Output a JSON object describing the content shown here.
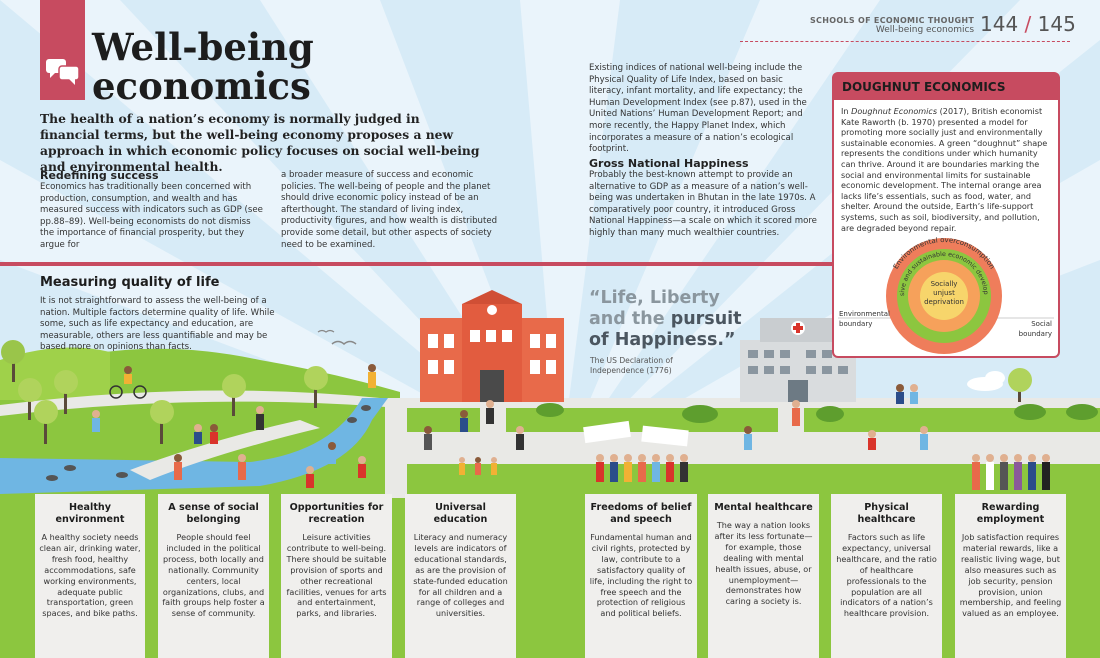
{
  "header": {
    "section": "SCHOOLS OF ECONOMIC THOUGHT",
    "subsection": "Well-being economics",
    "page_left": "144",
    "page_sep": "/",
    "page_right": "145"
  },
  "title_line1": "Well-being",
  "title_line2": "economics",
  "intro": "The health of a nation’s economy is normally judged in financial terms, but the well-being economy proposes a new approach in which economic policy focuses on social well-being and environmental health.",
  "redefining": {
    "heading": "Redefining success",
    "col1": "Economics has traditionally been concerned with production, consumption, and wealth and has measured success with indicators such as GDP (see pp.88–89). Well-being economists do not dismiss the importance of financial prosperity, but they argue for",
    "col2": "a broader measure of success and economic policies. The well-being of people and the planet should drive economic policy instead of be an afterthought. The standard of living index, productivity figures, and how wealth is distributed provide some detail, but other aspects of society need to be examined."
  },
  "indices": {
    "text": "Existing indices of national well-being include the Physical Quality of Life Index, based on basic literacy, infant mortality, and life expectancy; the Human Development Index (see p.87), used in the United Nations’ Human Development Report; and more recently, the Happy Planet Index, which incorporates a measure of a nation’s ecological footprint."
  },
  "gnh": {
    "heading": "Gross National Happiness",
    "text": "Probably the best-known attempt to provide an alternative to GDP as a measure of a nation’s well-being was undertaken in Bhutan in the late 1970s. A comparatively poor country, it introduced Gross National Happiness—a scale on which it scored more highly than many much wealthier countries."
  },
  "doughnut": {
    "heading": "DOUGHNUT ECONOMICS",
    "text_pre": "In ",
    "text_italic": "Doughnut Economics",
    "text_post": " (2017), British economist Kate Raworth (b. 1970) presented a model for promoting more socially just and environmentally sustainable economies. A green “doughnut” shape represents the conditions under which humanity can thrive. Around it are boundaries marking the social and environmental limits for sustainable economic development. The internal orange area lacks life’s essentials, such as food, water, and shelter. Around the outside, Earth’s life-support systems, such as soil, biodiversity, and pollution, are degraded beyond repair.",
    "outer_label": "Environmental overconsumption",
    "ring_label": "Inclusive and sustainable economic development",
    "center_line1": "Socially",
    "center_line2": "unjust",
    "center_line3": "deprivation",
    "env_label_1": "Environmental",
    "env_label_2": "boundary",
    "social_label_1": "Social",
    "social_label_2": "boundary",
    "colors": {
      "outer": "#ef7d5b",
      "ring": "#8cc63f",
      "inner": "#f6a15b",
      "center": "#f7d56b"
    }
  },
  "measuring": {
    "heading": "Measuring quality of life",
    "text": "It is not straightforward to assess the well-being of a nation. Multiple factors determine quality of life. While some, such as life expectancy and education, are measurable, others are less quantifiable and may be based more on opinions than facts."
  },
  "quote": {
    "part1": "“Life, Liberty",
    "part2a": "and the ",
    "part2b": "pursuit",
    "part3": "of Happiness.”",
    "source1": "The US Declaration of",
    "source2": "Independence (1776)"
  },
  "columns": [
    {
      "title": "Healthy environment",
      "text": "A healthy society needs clean air, drinking water, fresh food, healthy accommodations, safe working environments, adequate public transportation, green spaces, and bike paths."
    },
    {
      "title": "A sense of social belonging",
      "text": "People should feel included in the political process, both locally and nationally. Community centers, local organizations, clubs, and faith groups help foster a sense of community."
    },
    {
      "title": "Opportunities for recreation",
      "text": "Leisure activities contribute to well-being. There should be suitable provision of sports and other recreational facilities, venues for arts and entertainment, parks, and libraries."
    },
    {
      "title": "Universal education",
      "text": "Literacy and numeracy levels are indicators of educational standards, as are the provision of state-funded education for all children and a range of colleges and universities."
    },
    {
      "title": "Freedoms of belief and speech",
      "text": "Fundamental human and civil rights, protected by law, contribute to a satisfactory quality of life, including the right to free speech and the protection of religious and political beliefs."
    },
    {
      "title": "Mental healthcare",
      "text": "The way a nation looks after its less fortunate—for example, those dealing with mental health issues, abuse, or unemployment—demonstrates how caring a society is."
    },
    {
      "title": "Physical healthcare",
      "text": "Factors such as life expectancy, universal healthcare, and the ratio of healthcare professionals to the population are all indicators of a nation’s healthcare provision."
    },
    {
      "title": "Rewarding employment",
      "text": "Job satisfaction requires material rewards, like a realistic living wage, but also measures such as job security, pension provision, union membership, and feeling valued as an employee."
    }
  ],
  "colors": {
    "accent": "#c74b60",
    "grass": "#8cc63f",
    "path": "#e9e9e6",
    "water": "#6fb6e3",
    "sky": "#d7ebf7"
  },
  "icons": [
    "speech-bubbles-icon",
    "school-building",
    "hospital-building",
    "red-cross-icon"
  ]
}
